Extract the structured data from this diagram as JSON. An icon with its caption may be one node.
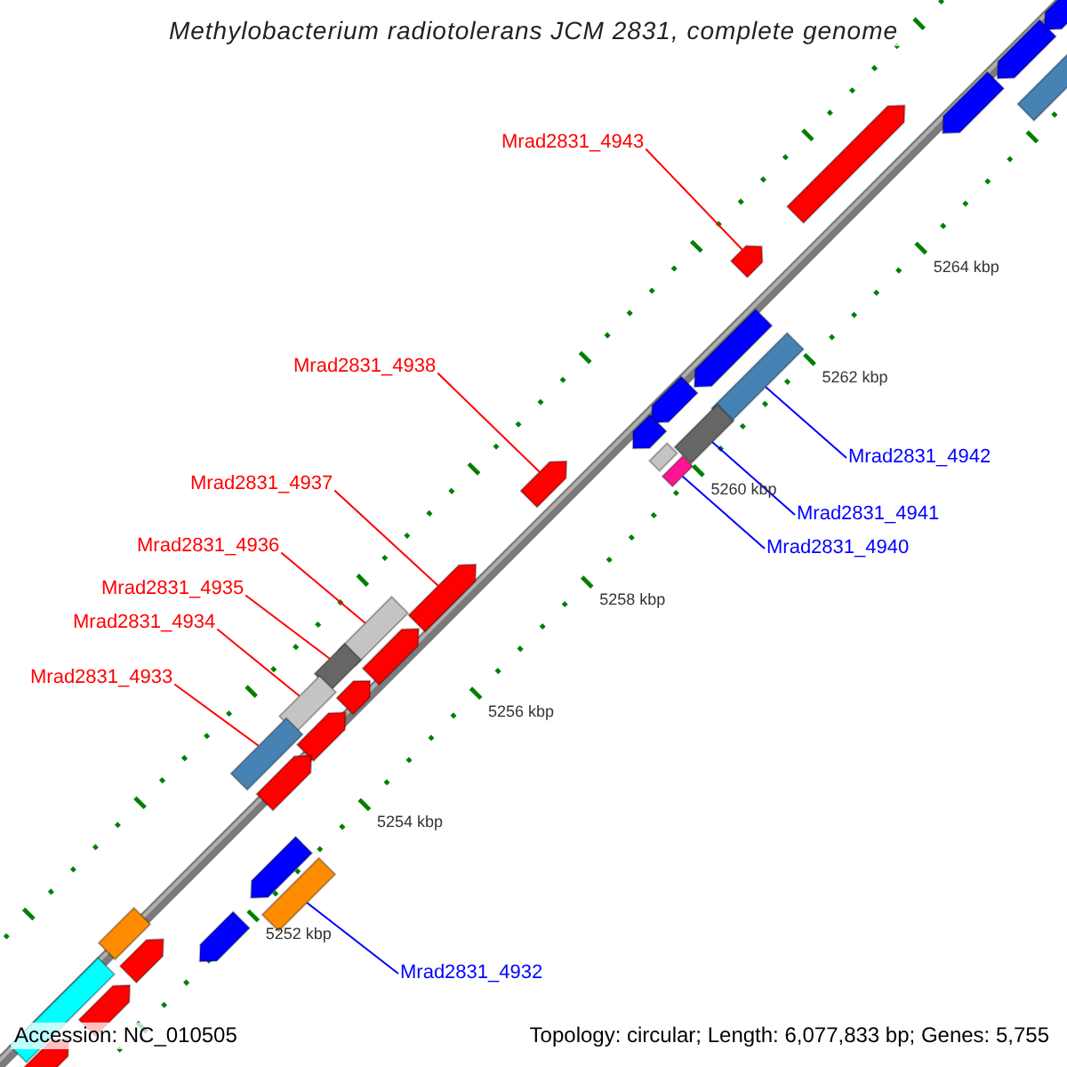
{
  "diagram": {
    "title": "Methylobacterium radiotolerans JCM 2831, complete genome",
    "nodes": [
      {
        "text": [
          "Mrad2831_4943"
        ]
      },
      {
        "text": [
          "Mrad2831_4938"
        ]
      },
      {
        "text": [
          "Mrad2831_4942"
        ]
      },
      {
        "text": [
          "Mrad2831_4937"
        ]
      },
      {
        "text": [
          "Mrad2831_4941"
        ]
      },
      {
        "text": [
          "Mrad2831_4936"
        ]
      },
      {
        "text": [
          "Mrad2831_4940"
        ]
      },
      {
        "text": [
          "Mrad2831_4935"
        ]
      },
      {
        "text": [
          "Mrad2831_4934"
        ]
      },
      {
        "text": [
          "Mrad2831_4933"
        ]
      },
      {
        "text": [
          "Mrad2831_4932"
        ]
      },
      {
        "text": [],
        "shape": "arrow"
      },
      {
        "text": [],
        "shape": "arrow"
      },
      {
        "text": [],
        "shape": "box"
      },
      {
        "text": [],
        "shape": "arrow"
      },
      {
        "text": [],
        "shape": "arrow"
      },
      {
        "text": [],
        "shape": "arrow"
      },
      {
        "text": [],
        "shape": "arrow"
      },
      {
        "text": [],
        "shape": "box"
      },
      {
        "text": [],
        "shape": "arrow"
      },
      {
        "text": [],
        "shape": "box"
      },
      {
        "text": [],
        "shape": "arrow"
      },
      {
        "text": [],
        "shape": "box"
      },
      {
        "text": [],
        "shape": "box"
      },
      {
        "text": [],
        "shape": "arrow"
      },
      {
        "text": [],
        "shape": "arrow"
      },
      {
        "text": [],
        "shape": "box"
      },
      {
        "text": [],
        "shape": "arrow"
      },
      {
        "text": [],
        "shape": "box"
      },
      {
        "text": [],
        "shape": "arrow"
      },
      {
        "text": [],
        "shape": "box"
      },
      {
        "text": [],
        "shape": "arrow"
      },
      {
        "text": [],
        "shape": "box"
      },
      {
        "text": [],
        "shape": "arrow"
      },
      {
        "text": [],
        "shape": "arrow"
      },
      {
        "text": [],
        "shape": "box"
      },
      {
        "text": [],
        "shape": "box"
      },
      {
        "text": [],
        "shape": "arrow"
      },
      {
        "text": [],
        "shape": "arrow"
      },
      {
        "text": [],
        "shape": "arrow"
      },
      {
        "text": [],
        "shape": "box"
      },
      {
        "text": [],
        "shape": "arrow"
      }
    ],
    "edges": [
      {
        "from": 0,
        "to": 16,
        "arrow": "none",
        "color": "#ff0000"
      },
      {
        "from": 1,
        "to": 24,
        "arrow": "none",
        "color": "#ff0000"
      },
      {
        "from": 2,
        "to": 18,
        "arrow": "none",
        "color": "#0000ff"
      },
      {
        "from": 3,
        "to": 25,
        "arrow": "none",
        "color": "#ff0000"
      },
      {
        "from": 4,
        "to": 20,
        "arrow": "none",
        "color": "#0000ff"
      },
      {
        "from": 5,
        "to": 26,
        "arrow": "none",
        "color": "#ff0000"
      },
      {
        "from": 6,
        "to": 23,
        "arrow": "none",
        "color": "#0000ff"
      },
      {
        "from": 7,
        "to": 28,
        "arrow": "none",
        "color": "#ff0000"
      },
      {
        "from": 8,
        "to": 30,
        "arrow": "none",
        "color": "#ff0000"
      },
      {
        "from": 9,
        "to": 32,
        "arrow": "none",
        "color": "#ff0000"
      },
      {
        "from": 10,
        "to": 35,
        "arrow": "none",
        "color": "#0000ff"
      }
    ],
    "labels": [
      "5264 kbp",
      "5262 kbp",
      "5260 kbp",
      "5258 kbp",
      "5256 kbp",
      "5254 kbp",
      "5252 kbp",
      "Accession: NC_010505",
      "Topology: circular; Length: 6,077,833 bp; Genes: 5,755"
    ]
  }
}
